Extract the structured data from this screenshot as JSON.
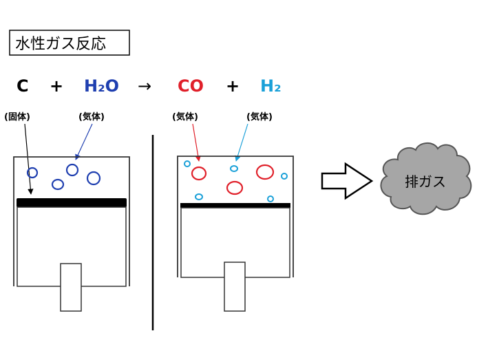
{
  "title": "水性ガス反応",
  "equation": {
    "reactant1": "C",
    "plus1": "+",
    "reactant2": "H₂O",
    "arrow": "→",
    "product1": "CO",
    "plus2": "+",
    "product2": "H₂"
  },
  "labels": {
    "solid": "(固体)",
    "gas_h2o": "(気体)",
    "gas_co": "(気体)",
    "gas_h2": "(気体)"
  },
  "exhaust": "排ガス",
  "colors": {
    "black": "#000000",
    "h2o": "#1f3fb0",
    "co": "#e0202a",
    "h2": "#1aa0d8",
    "cloud_fill": "#a6a6a6",
    "cloud_stroke": "#555555"
  }
}
